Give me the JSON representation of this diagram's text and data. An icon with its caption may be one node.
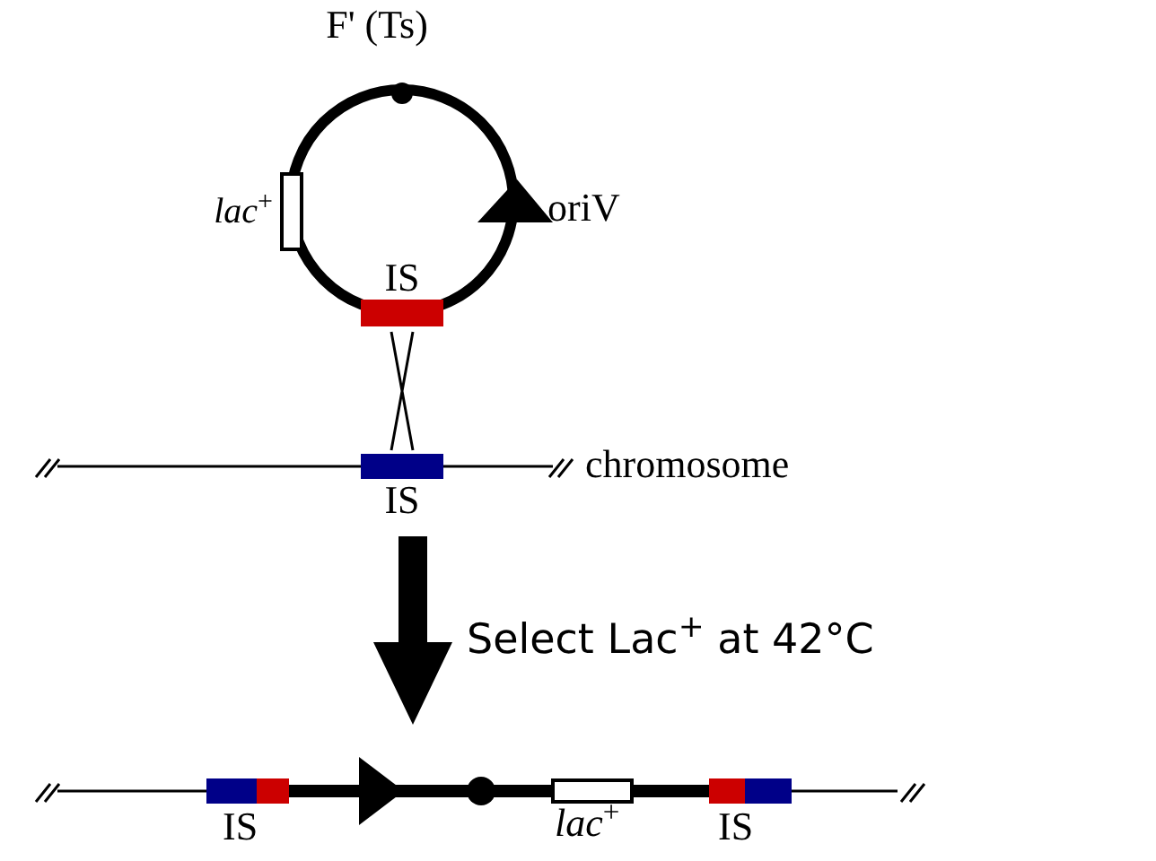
{
  "diagram": {
    "nodes": [
      {
        "text": [
          "F' (Ts)"
        ]
      },
      {
        "text": [
          "IS"
        ],
        "in": 0
      },
      {
        "text": [
          "*lac*$^{+}$"
        ],
        "in": 0
      },
      {
        "text": [],
        "shape": "bar",
        "beside": [
          "chromosome"
        ]
      },
      {
        "text": [
          "IS"
        ]
      },
      {
        "text": [],
        "shape": "bar"
      }
    ],
    "edges": [
      {
        "from": 1,
        "to": 4,
        "arrow": "none"
      },
      {
        "from": 4,
        "to": 5,
        "arrow": "to",
        "style": "thick",
        "label": "Select Lac$^{+}$ at 42°C"
      }
    ],
    "labels": [
      "oriV",
      "IS",
      "*lac*$^{+}$",
      "IS"
    ]
  }
}
